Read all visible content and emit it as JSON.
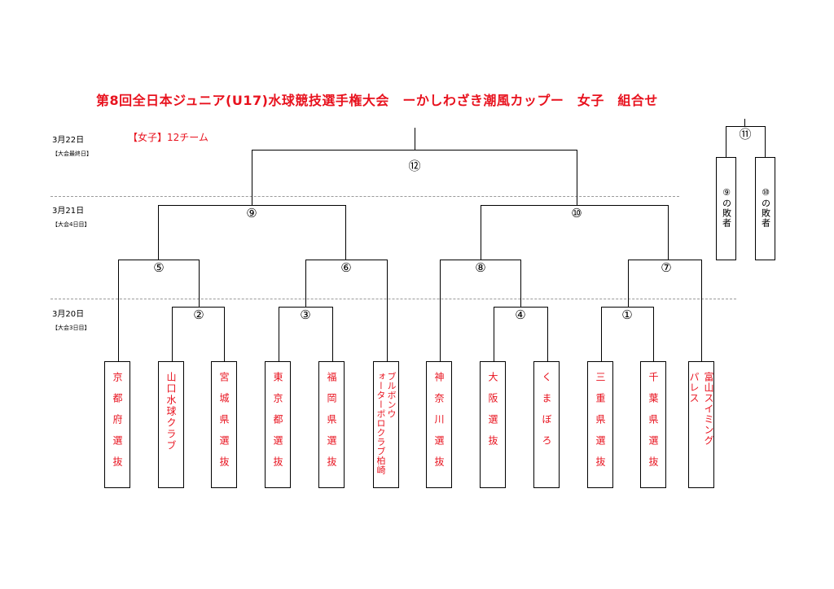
{
  "title": "第8回全日本ジュニア(U17)水球競技選手権大会　ーかしわざき潮風カップー　女子　組合せ",
  "subtitle": "【女子】12チーム",
  "days": [
    {
      "date": "3月22日",
      "note": "【大会最終日】"
    },
    {
      "date": "3月21日",
      "note": "【大会4日目】"
    },
    {
      "date": "3月20日",
      "note": "【大会3日目】"
    }
  ],
  "matches": {
    "m1": "①",
    "m2": "②",
    "m3": "③",
    "m4": "④",
    "m5": "⑤",
    "m6": "⑥",
    "m7": "⑦",
    "m8": "⑧",
    "m9": "⑨",
    "m10": "⑩",
    "m11": "⑪",
    "m12": "⑫"
  },
  "teams": [
    "京都府選抜",
    "山口水球クラブ",
    "宮城県選抜",
    "東京都選抜",
    "福岡県選抜",
    "ブルボンウォーターポロクラブ柏崎",
    "神奈川選抜",
    "大阪選抜",
    "くまぼろ",
    "三重県選抜",
    "千葉県選抜",
    "富山スイミングパレス"
  ],
  "consolation": [
    "⑨の敗者",
    "⑩の敗者"
  ]
}
